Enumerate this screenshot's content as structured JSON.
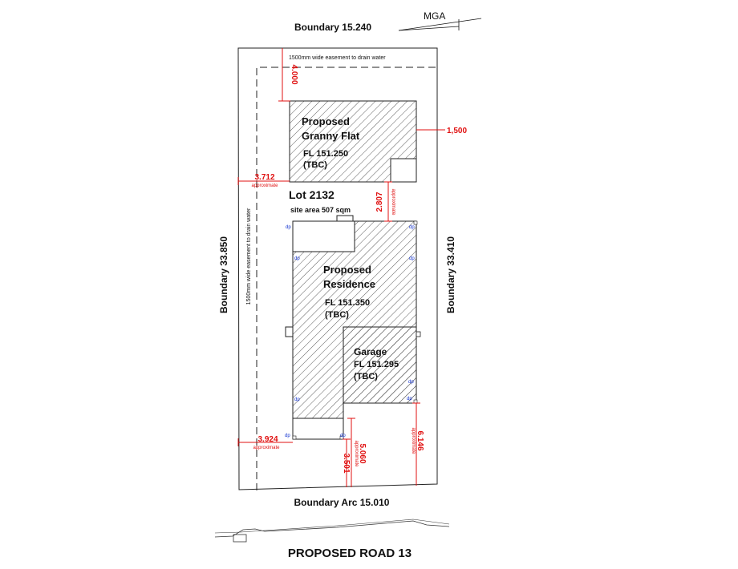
{
  "north": {
    "label": "MGA"
  },
  "boundaries": {
    "top": "Boundary 15.240",
    "left": "Boundary 33.850",
    "right": "Boundary 33.410",
    "bottom": "Boundary Arc 15.010"
  },
  "easements": {
    "top": "1500mm wide easement to drain water",
    "left": "1500mm wide easement to drain water"
  },
  "lot": {
    "name": "Lot 2132",
    "area": "site area 507 sqm"
  },
  "granny_flat": {
    "line1": "Proposed",
    "line2": "Granny Flat",
    "floor_level": "FL 151.250",
    "note": "(TBC)"
  },
  "residence": {
    "line1": "Proposed",
    "line2": "Residence",
    "floor_level": "FL 151.350",
    "note": "(TBC)"
  },
  "garage": {
    "line1": "Garage",
    "floor_level": "FL 151.295",
    "note": "(TBC)"
  },
  "dimensions": {
    "rear_setback": "4.000",
    "flat_side_setback": "1,500",
    "flat_left_setback": "3.712",
    "flat_left_note": "approximate",
    "separation": "2.807",
    "separation_note": "approximate",
    "front_left_setback": "3.924",
    "front_left_note": "approximate",
    "front_setback_a": "3.501",
    "front_setback_b": "5.060",
    "front_setback_b_note": "approximate",
    "garage_front_setback": "6.146",
    "garage_front_note": "approximate"
  },
  "downpipe_label": "dp",
  "road": {
    "name": "PROPOSED ROAD 13"
  }
}
